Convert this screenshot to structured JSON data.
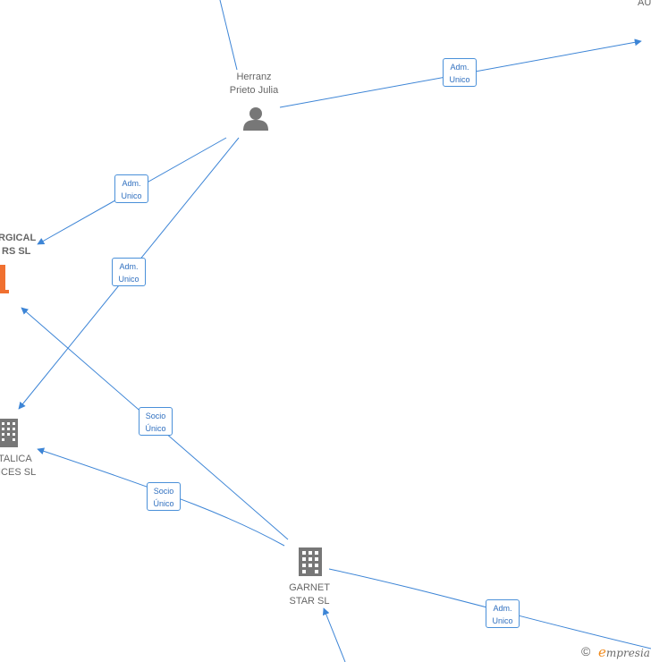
{
  "nodes": {
    "person": {
      "label_line1": "Herranz",
      "label_line2": "Prieto Julia",
      "icon": "person-icon"
    },
    "top_right": {
      "label": "AU"
    },
    "surgical": {
      "label_line1": "RGICAL",
      "label_line2": "RS  SL",
      "icon": "building-icon",
      "color": "#f07030"
    },
    "italica": {
      "label_line1": "TALICA",
      "label_line2": "ICES  SL",
      "icon": "building-icon"
    },
    "garnet": {
      "label_line1": "GARNET",
      "label_line2": "STAR SL",
      "icon": "building-icon"
    }
  },
  "edges": [
    {
      "id": "person-to-top-right",
      "line1": "Adm.",
      "line2": "Unico"
    },
    {
      "id": "person-to-surgical",
      "line1": "Adm.",
      "line2": "Unico"
    },
    {
      "id": "person-to-italica",
      "line1": "Adm.",
      "line2": "Unico"
    },
    {
      "id": "garnet-to-surgical",
      "line1": "Socio",
      "line2": "Único"
    },
    {
      "id": "garnet-to-italica",
      "line1": "Socio",
      "line2": "Único"
    },
    {
      "id": "garnet-to-bottom-right",
      "line1": "Adm.",
      "line2": "Unico"
    }
  ],
  "colors": {
    "edge": "#3d85d6",
    "node_gray": "#777777",
    "highlight": "#f07030"
  },
  "footer": {
    "copyright": "©",
    "brand_initial": "e",
    "brand_rest": "mpresia"
  }
}
